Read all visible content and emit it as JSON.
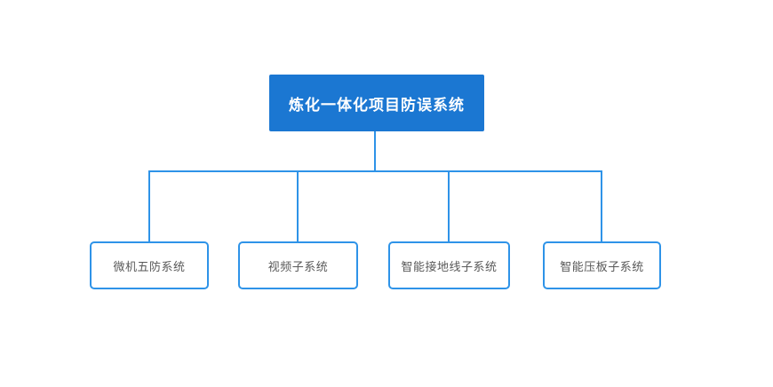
{
  "diagram": {
    "type": "org-chart",
    "root": {
      "label": "炼化一体化项目防误系统"
    },
    "children": [
      {
        "label": "微机五防系统"
      },
      {
        "label": "视频子系统"
      },
      {
        "label": "智能接地线子系统"
      },
      {
        "label": "智能压板子系统"
      }
    ]
  },
  "colors": {
    "root_node_fill": "#1b77d2",
    "root_node_text": "#ffffff",
    "connector_line": "#2e93e8",
    "child_node_border": "#2e93e8",
    "child_node_text": "#595959",
    "background": "#ffffff"
  }
}
